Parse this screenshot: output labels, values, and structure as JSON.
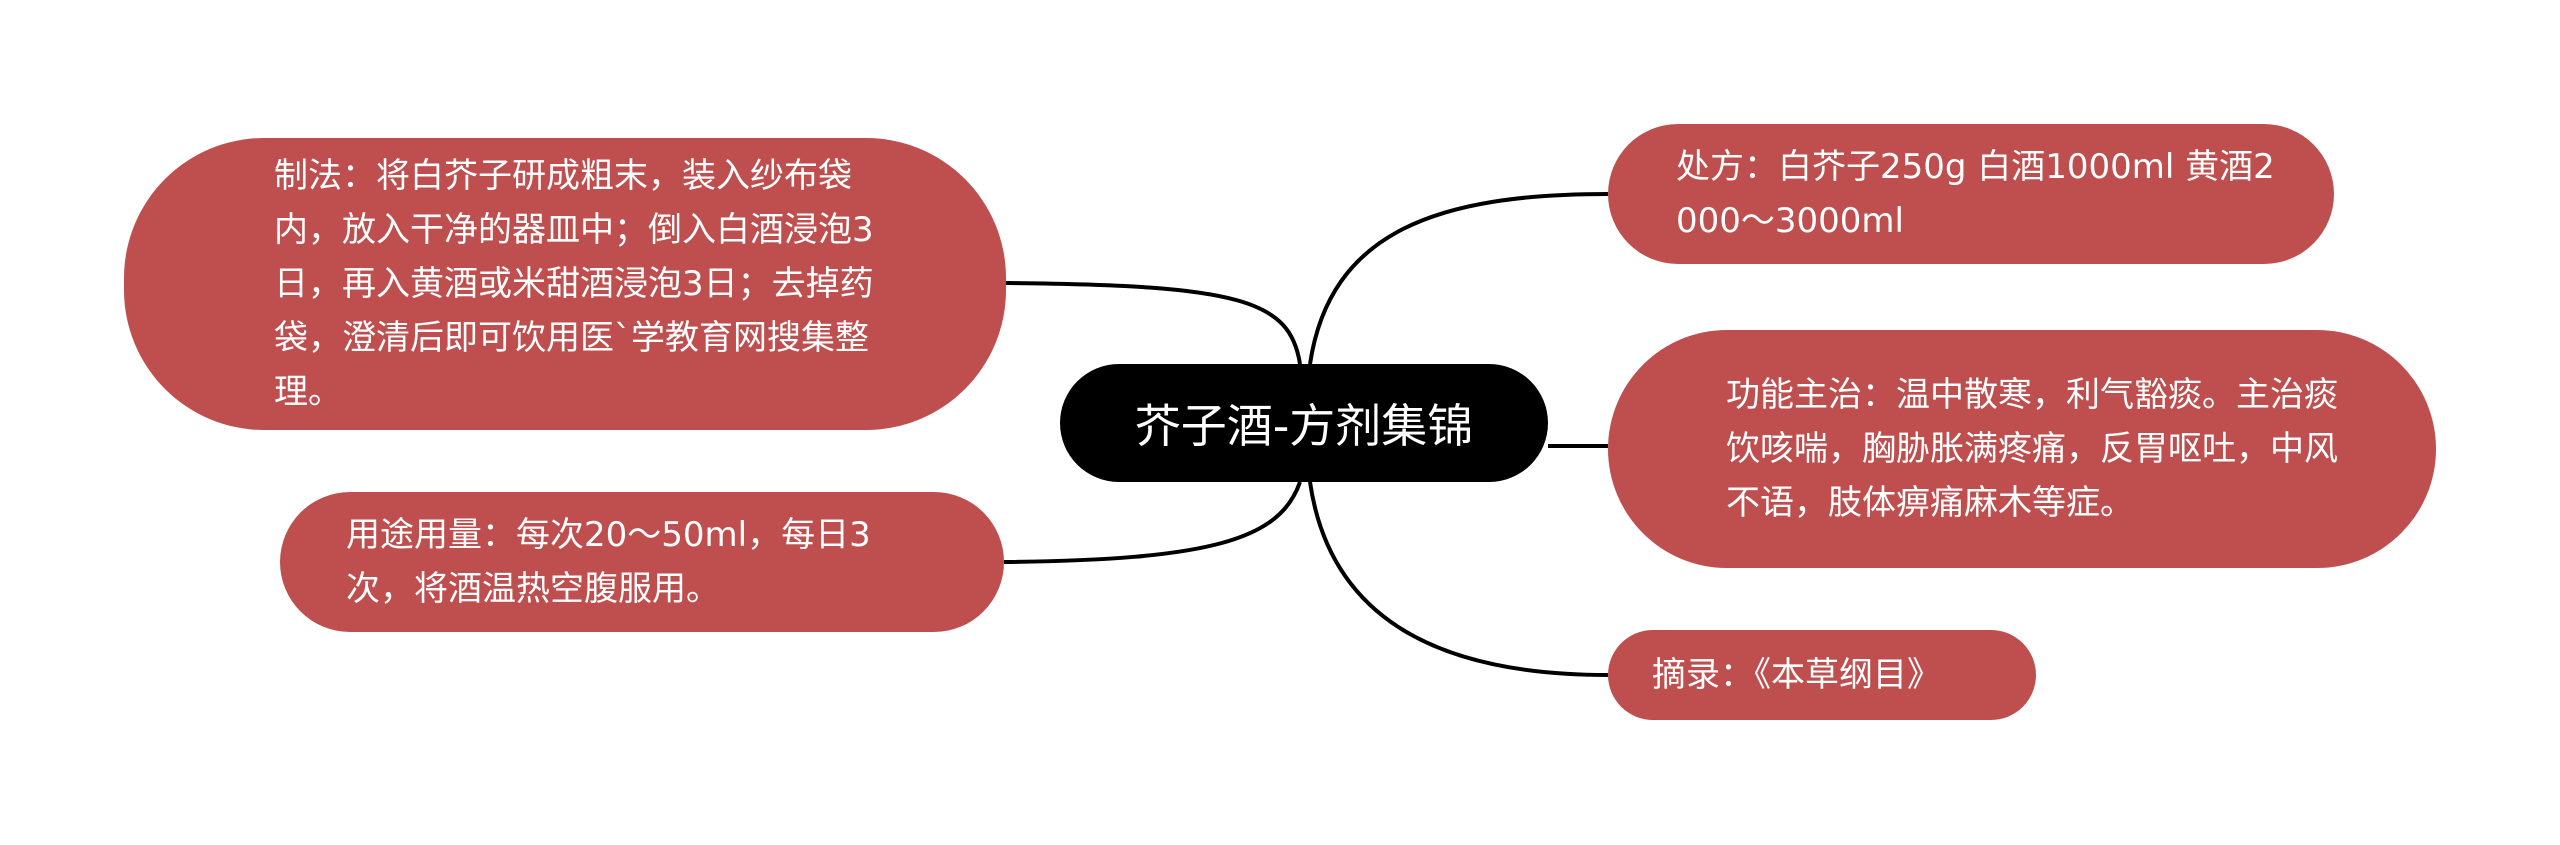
{
  "root": {
    "title": "芥子酒-方剂集锦"
  },
  "branches": {
    "method": "制法：将白芥子研成粗末，装入纱布袋内，放入干净的器皿中；倒入白酒浸泡3日，再入黄酒或米甜酒浸泡3日；去掉药袋，澄清后即可饮用医`学教育网搜集整理。",
    "dosage": "用途用量：每次20～50ml，每日3次，将酒温热空腹服用。",
    "recipe": "处方：白芥子250g 白酒1000ml 黄酒2000～3000ml",
    "function": "功能主治：温中散寒，利气豁痰。主治痰饮咳喘，胸胁胀满疼痛，反胃呕吐，中风不语，肢体痹痛麻木等症。",
    "source": "摘录：《本草纲目》"
  },
  "colors": {
    "node_fill": "#bf4f4f",
    "root_fill": "#000000",
    "text": "#ffffff",
    "connector": "#000000"
  }
}
